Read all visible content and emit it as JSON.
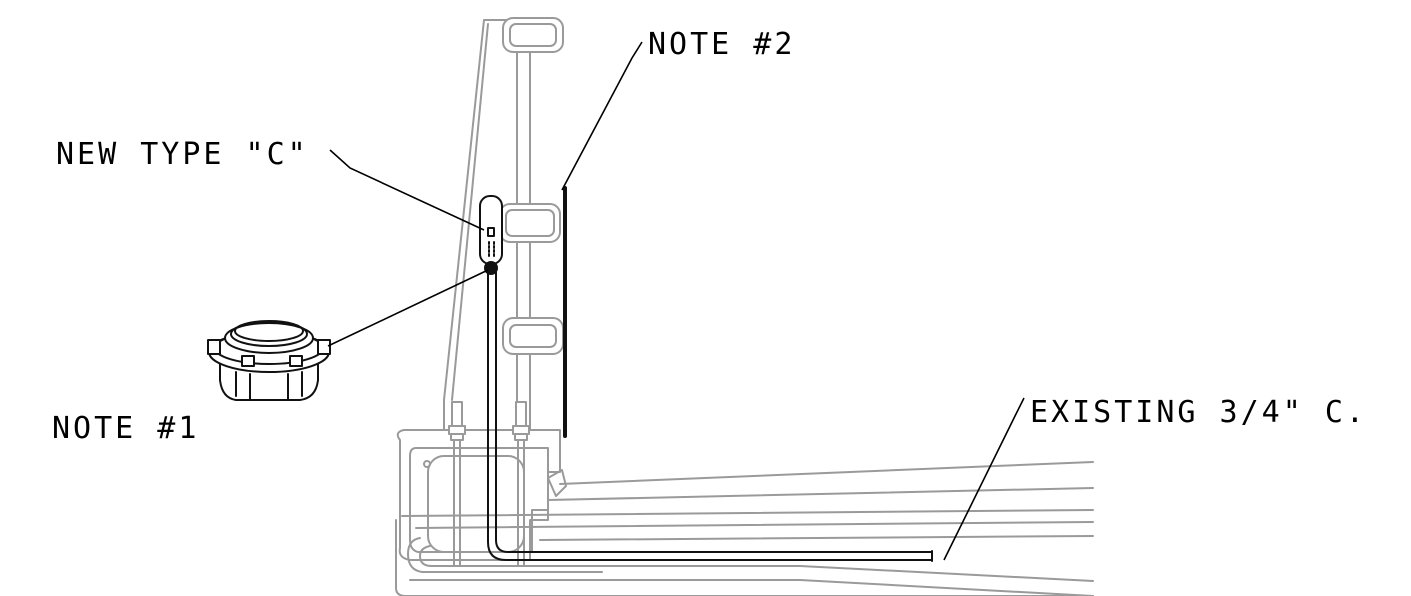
{
  "callouts": {
    "note_2": "NOTE #2",
    "new_type_c": "NEW TYPE \"C\"",
    "note_1": "NOTE #1",
    "existing_conduit": "EXISTING 3/4\" C."
  },
  "colors": {
    "existing_linework": "#9a9a9a",
    "new_linework": "#111111",
    "background": "#ffffff"
  }
}
